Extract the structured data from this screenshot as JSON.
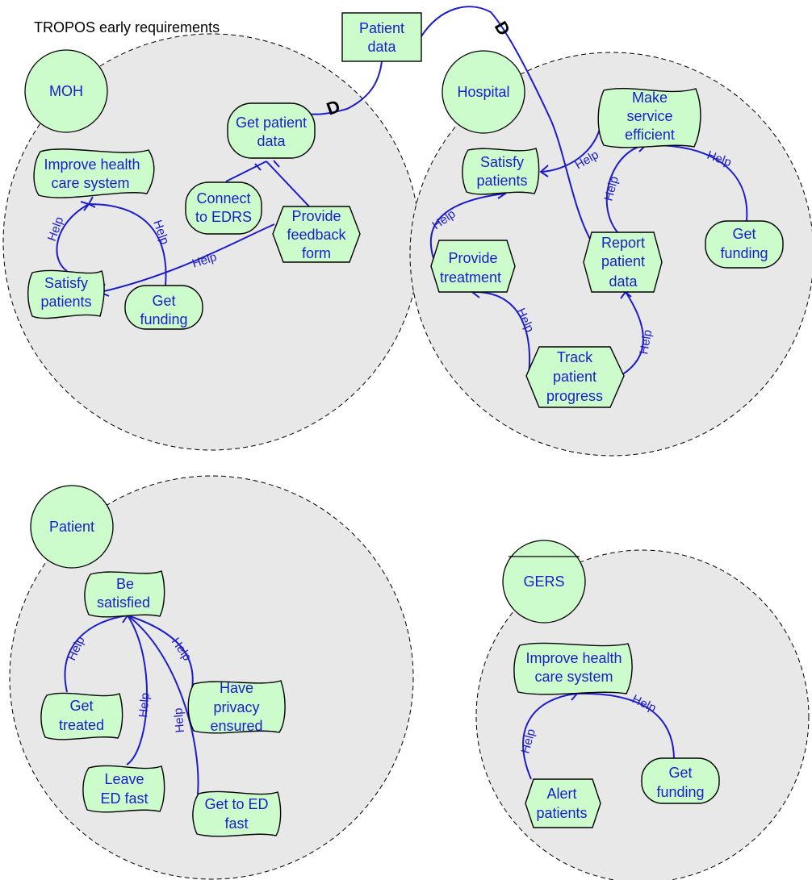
{
  "title": "TROPOS early requirements",
  "colors": {
    "node_fill": "#ccfccc",
    "boundary_fill": "#e8e8e8",
    "link": "#1c1cc8",
    "text": "#1c1cc8"
  },
  "link_label": "Help",
  "dependency_mark": "D",
  "dependum": {
    "line1": "Patient",
    "line2": "data"
  },
  "actors": {
    "moh": {
      "name": "MOH",
      "get_patient_data": {
        "line1": "Get patient",
        "line2": "data"
      },
      "improve": {
        "line1": "Improve health",
        "line2": "care system"
      },
      "connect": {
        "line1": "Connect",
        "line2": "to EDRS"
      },
      "feedback": {
        "line1": "Provide",
        "line2": "feedback",
        "line3": "form"
      },
      "satisfy": {
        "line1": "Satisfy",
        "line2": "patients"
      },
      "funding": {
        "line1": "Get",
        "line2": "funding"
      }
    },
    "hospital": {
      "name": "Hospital",
      "efficient": {
        "line1": "Make",
        "line2": "service",
        "line3": "efficient"
      },
      "satisfy": {
        "line1": "Satisfy",
        "line2": "patients"
      },
      "funding": {
        "line1": "Get",
        "line2": "funding"
      },
      "report": {
        "line1": "Report",
        "line2": "patient",
        "line3": "data"
      },
      "treatment": {
        "line1": "Provide",
        "line2": "treatment"
      },
      "track": {
        "line1": "Track",
        "line2": "patient",
        "line3": "progress"
      }
    },
    "patient": {
      "name": "Patient",
      "satisfied": {
        "line1": "Be",
        "line2": "satisfied"
      },
      "treated": {
        "line1": "Get",
        "line2": "treated"
      },
      "privacy": {
        "line1": "Have",
        "line2": "privacy",
        "line3": "ensured"
      },
      "leave": {
        "line1": "Leave",
        "line2": "ED fast"
      },
      "get_to_ed": {
        "line1": "Get to ED",
        "line2": "fast"
      }
    },
    "gers": {
      "name": "GERS",
      "improve": {
        "line1": "Improve health",
        "line2": "care system"
      },
      "alert": {
        "line1": "Alert",
        "line2": "patients"
      },
      "funding": {
        "line1": "Get",
        "line2": "funding"
      }
    }
  }
}
